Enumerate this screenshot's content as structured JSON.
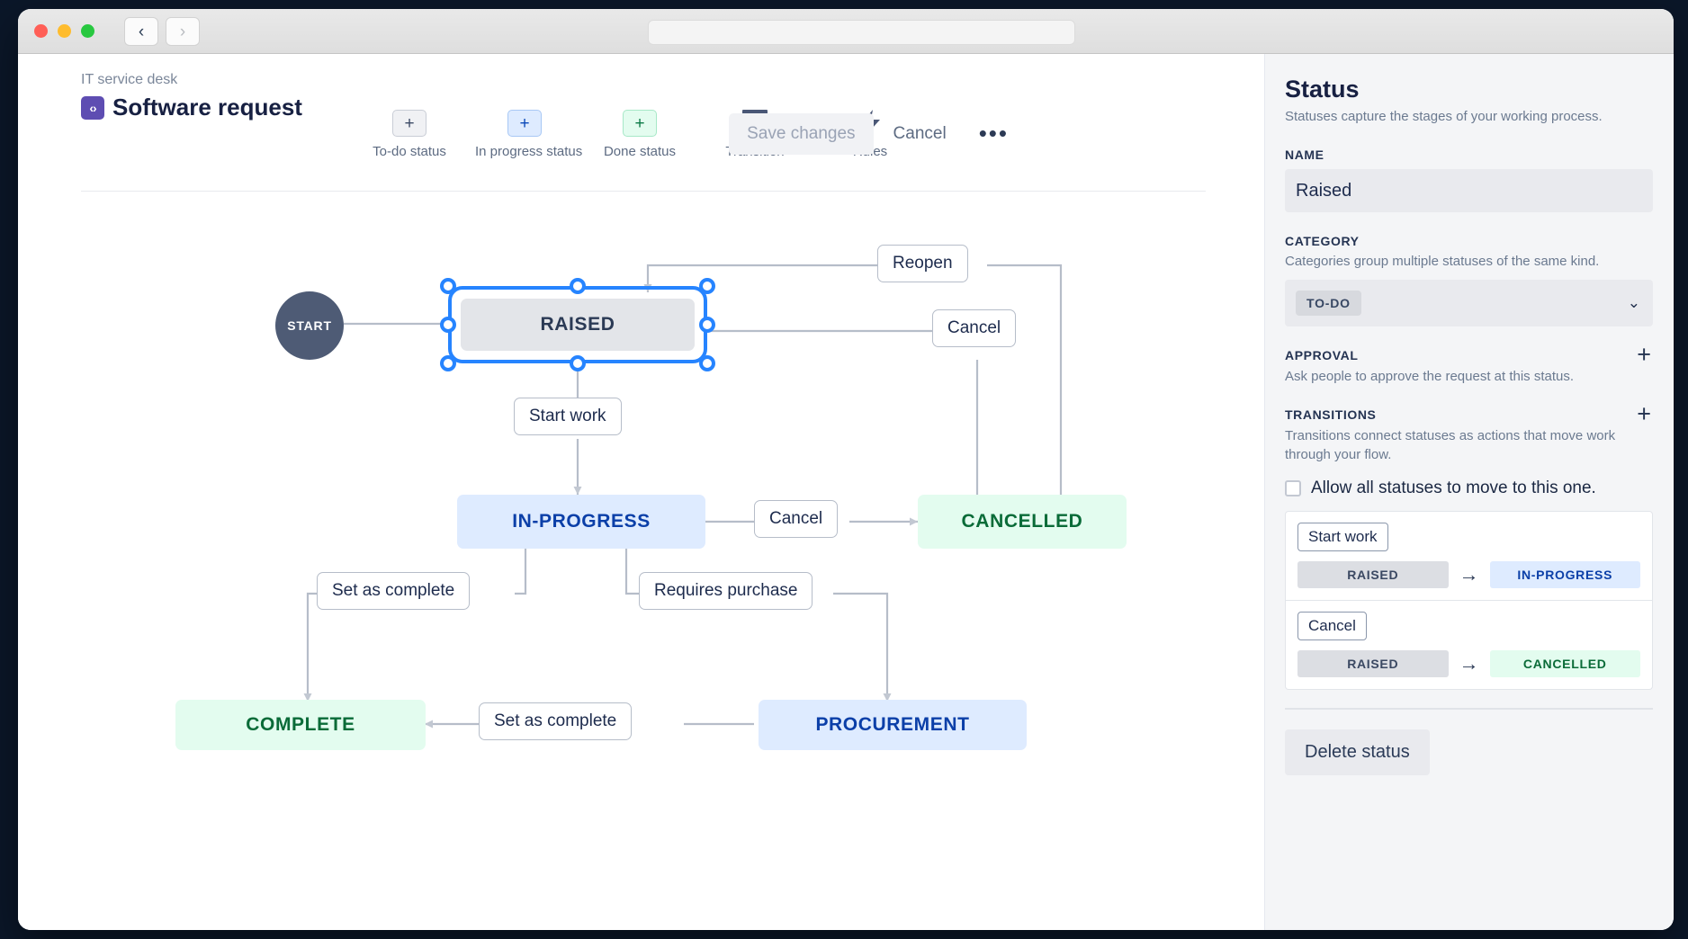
{
  "window": {
    "traffic_lights": [
      "close",
      "minimize",
      "maximize"
    ],
    "back_icon": "‹",
    "forward_icon": "›",
    "url_value": ""
  },
  "header": {
    "breadcrumb": "IT service desk",
    "project_icon_glyph": "‹›",
    "title": "Software request",
    "save_label": "Save changes",
    "cancel_label": "Cancel",
    "more_label": "•••",
    "tools": [
      {
        "label": "To-do status",
        "glyph": "+",
        "kind": "todo",
        "icon": "plus-icon"
      },
      {
        "label": "In progress status",
        "glyph": "+",
        "kind": "inprog",
        "icon": "plus-icon"
      },
      {
        "label": "Done status",
        "glyph": "+",
        "kind": "done",
        "icon": "plus-icon"
      },
      {
        "label": "Transition",
        "glyph": "",
        "kind": "transition",
        "icon": "transition-icon"
      },
      {
        "label": "Rules",
        "glyph": "⚡",
        "kind": "rules",
        "icon": "lightning-icon"
      }
    ]
  },
  "canvas": {
    "start_label": "START",
    "nodes": [
      {
        "id": "raised",
        "label": "RAISED",
        "category": "todo",
        "selected": true
      },
      {
        "id": "in-progress",
        "label": "IN-PROGRESS",
        "category": "inprog",
        "selected": false
      },
      {
        "id": "cancelled",
        "label": "CANCELLED",
        "category": "done",
        "selected": false
      },
      {
        "id": "complete",
        "label": "COMPLETE",
        "category": "done",
        "selected": false
      },
      {
        "id": "procurement",
        "label": "PROCUREMENT",
        "category": "inprog",
        "selected": false
      }
    ],
    "edge_labels": [
      {
        "id": "reopen",
        "label": "Reopen"
      },
      {
        "id": "cancel-raised",
        "label": "Cancel"
      },
      {
        "id": "start-work",
        "label": "Start work"
      },
      {
        "id": "cancel-inprogress",
        "label": "Cancel"
      },
      {
        "id": "set-complete-left",
        "label": "Set as complete"
      },
      {
        "id": "requires-purchase",
        "label": "Requires purchase"
      },
      {
        "id": "set-complete-bottom",
        "label": "Set as complete"
      }
    ]
  },
  "panel": {
    "title": "Status",
    "subtitle": "Statuses capture the stages of your working process.",
    "name": {
      "label": "NAME",
      "value": "Raised"
    },
    "category": {
      "label": "CATEGORY",
      "description": "Categories group multiple statuses of the same kind.",
      "selected": "TO-DO",
      "chevron": "⌄"
    },
    "approval": {
      "label": "APPROVAL",
      "description": "Ask people to approve the request at this status.",
      "add_glyph": "+"
    },
    "transitions": {
      "label": "TRANSITIONS",
      "description": "Transitions connect statuses as actions that move work through your flow.",
      "add_glyph": "+",
      "allow_all_label": "Allow all statuses to move to this one.",
      "allow_all_checked": false,
      "arrow_glyph": "→",
      "items": [
        {
          "name": "Start work",
          "from": "RAISED",
          "from_kind": "todo",
          "to": "IN-PROGRESS",
          "to_kind": "inprog"
        },
        {
          "name": "Cancel",
          "from": "RAISED",
          "from_kind": "todo",
          "to": "CANCELLED",
          "to_kind": "done"
        }
      ]
    },
    "delete_label": "Delete status"
  },
  "colors": {
    "accent_blue": "#2684ff",
    "todo_bg": "#e3e5e9",
    "inprogress_bg": "#deebff",
    "done_bg": "#e3fcef",
    "edge_stroke": "#b6bdc9"
  }
}
